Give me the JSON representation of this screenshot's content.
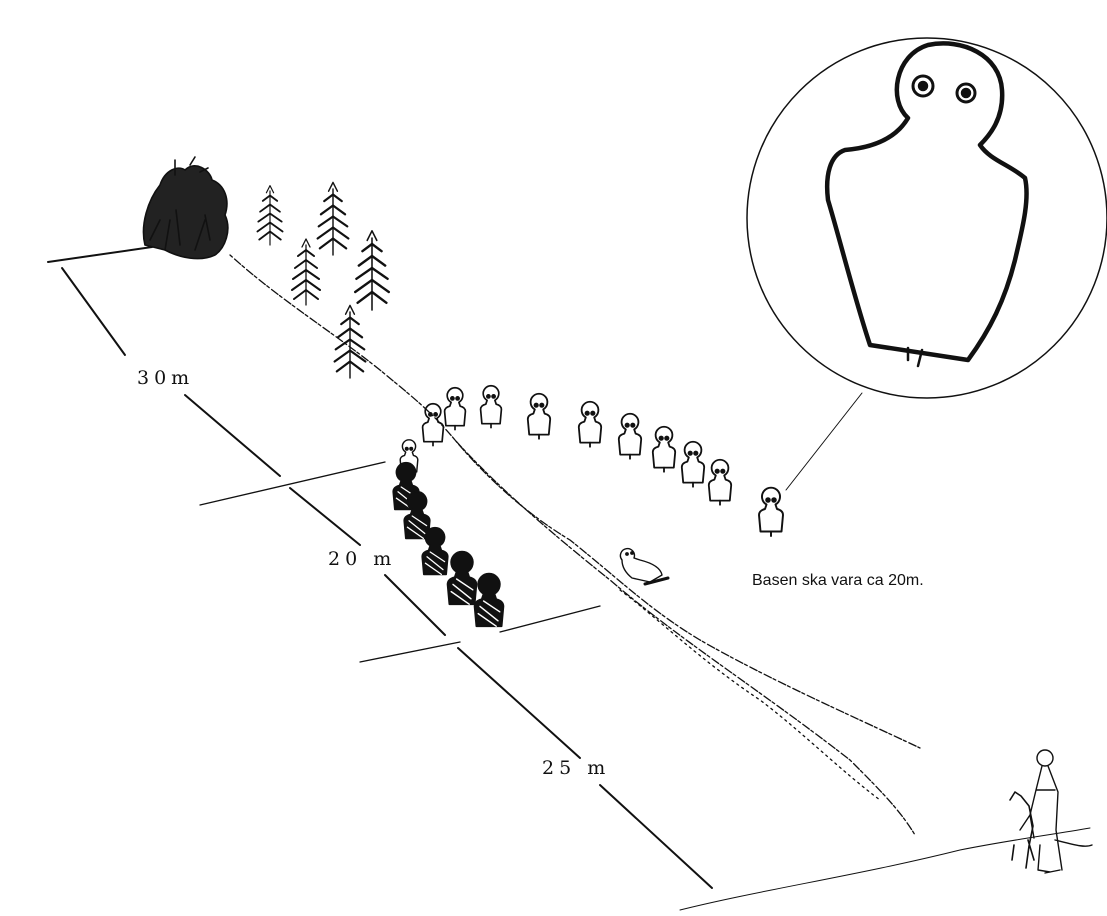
{
  "labels": {
    "dist_30": "30m",
    "dist_20": "20 m",
    "dist_25": "25 m",
    "note": "Basen ska vara ca 20m."
  },
  "colors": {
    "ink": "#111111",
    "background": "#ffffff"
  },
  "icons": {
    "target": "target-silhouette-icon",
    "dark_target": "dark-target-silhouette-icon",
    "tree": "spruce-tree-icon",
    "bush": "bush-icon",
    "person": "person-with-dog-icon"
  }
}
